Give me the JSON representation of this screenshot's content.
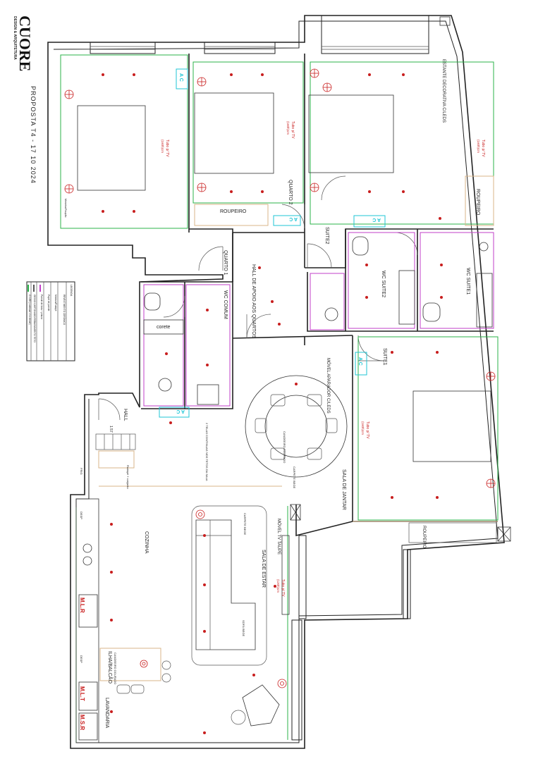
{
  "title_block": {
    "brand": "CUORE",
    "brand_sub": "DESIGN & ARQUITETURA",
    "proposal": "PROPOSTA T4 - 17 10 2024"
  },
  "legend": {
    "title": "LEGENDA",
    "items": [
      "REVESTIMENTO CERÂMICO",
      "Moldura/Rodapé",
      "Papel de parede",
      "Parede de tinta + pintura",
      "GESSO CARTONADO REBAIXAMENTO TETO",
      "C/ LED (continuar c/ a cliente)"
    ]
  },
  "rooms": {
    "quarto1": "QUARTO 1",
    "quarto2": "QUARTO 2",
    "suite2": "SUITE2",
    "suite1": "SUITE1",
    "hall_quartos": "HALL DE APOIO AOS QUARTOS",
    "wc_comum": "WC COMUM",
    "wc_suite2": "WC SUITE2",
    "wc_suite1": "WC SUITE1",
    "hall": "HALL",
    "cozinha": "COZINHA",
    "sala_jantar": "SALA DE JANTAR",
    "sala_estar": "SALA DE ESTAR",
    "lavandaria": "LAVANDARIA",
    "ilha": "ILHA/BALCÃO"
  },
  "labels": {
    "ac": "A C",
    "roupeiro": "ROUPEIRO",
    "corete": "corete",
    "estante": "ESTANTE DECORATIVA C/LEDS",
    "movel_aparador": "MÓVEL APARADOR C/LEDS",
    "movel_tv": "MÓVEL TV TAUPE",
    "tubo_tv": "Tubo p/ TV",
    "tubo_tv_h1": "(160h)cm",
    "tubo_tv_h2": "(120h)cm",
    "carpete_bege": "CARPETE BEGE",
    "sofa_bege": "SOFÁ BEGE",
    "candeeiro": "CANDEEIRO DOURADO",
    "dist": "1.57",
    "telas": "2 TELAS CONTINUAS NOS TETOS DA SALA",
    "rodape_check": "Rodapé + conjunto",
    "mesinha": "Mesinha/Roupão",
    "fro": "FRIG",
    "desp": "DESP",
    "mlr": "M.L.R",
    "mlt": "M.L.T",
    "msr": "M.S.R"
  },
  "colors": {
    "wall": "#222222",
    "ceramic": "#2bb34a",
    "wallpaper": "#c23fc9",
    "ac": "#1fc6d6",
    "wood": "#d8b68a",
    "electric": "#c81e1e"
  }
}
